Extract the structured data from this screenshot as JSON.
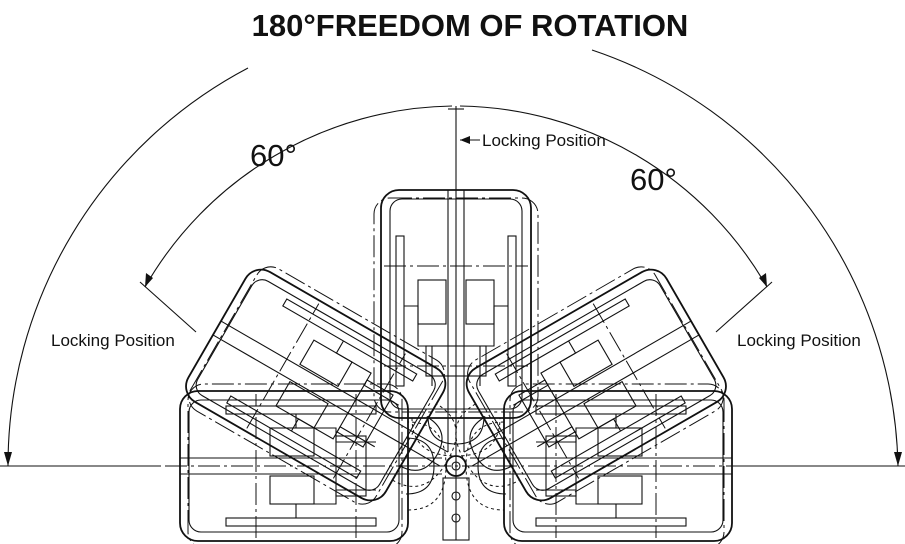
{
  "title": "180°FREEDOM OF ROTATION",
  "angles": {
    "left": "60°",
    "right": "60°"
  },
  "labels": {
    "top": "Locking Position",
    "left": "Locking Position",
    "right": "Locking Position"
  },
  "colors": {
    "line": "#111111",
    "background": "#ffffff"
  }
}
